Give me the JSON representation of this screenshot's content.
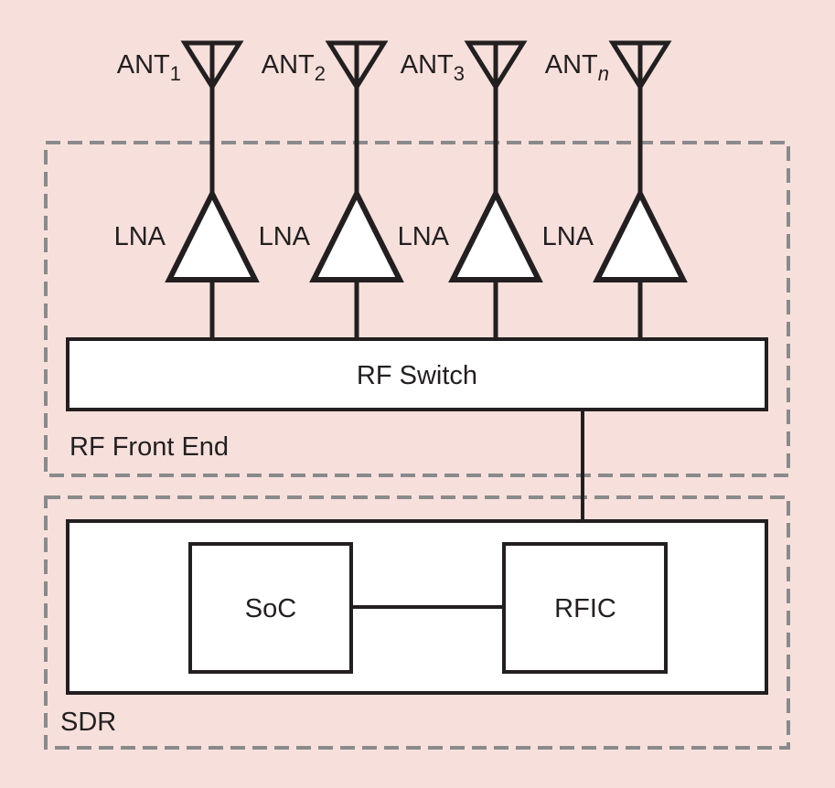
{
  "diagram": {
    "colors": {
      "background": "#f7e0dc",
      "line": "#231f20",
      "dashed_border": "#8a8a8c",
      "block_fill": "#ffffff"
    },
    "antennas": [
      {
        "base": "ANT",
        "sub": "1",
        "sub_italic": false
      },
      {
        "base": "ANT",
        "sub": "2",
        "sub_italic": false
      },
      {
        "base": "ANT",
        "sub": "3",
        "sub_italic": false
      },
      {
        "base": "ANT",
        "sub": "n",
        "sub_italic": true
      }
    ],
    "lna_label": "LNA",
    "rf_switch_label": "RF Switch",
    "rf_front_end_label": "RF Front End",
    "sdr_label": "SDR",
    "soc_label": "SoC",
    "rfic_label": "RFIC"
  }
}
